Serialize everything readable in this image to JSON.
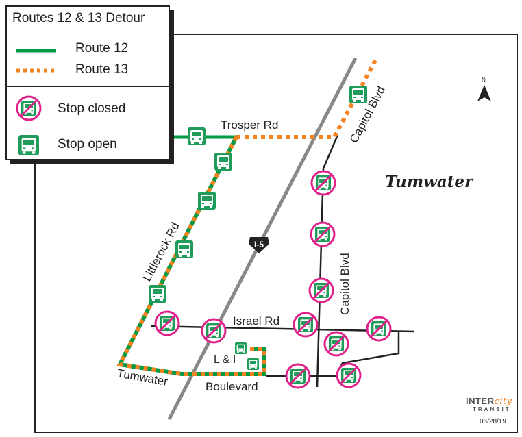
{
  "legend": {
    "title": "Routes 12 & 13 Detour",
    "route_12": "Route 12",
    "route_13": "Route 13",
    "stop_closed": "Stop closed",
    "stop_open": "Stop open"
  },
  "streets": {
    "trosper": "Trosper Rd",
    "capitol_north": "Capitol Blvd",
    "capitol_south": "Capitol Blvd",
    "littlerock": "Littlerock Rd",
    "israel": "Israel Rd",
    "tumwater": "Tumwater",
    "boulevard": "Boulevard",
    "l_and_i": "L & I"
  },
  "highway": "I-5",
  "city": "Tumwater",
  "north": "N",
  "agency": {
    "inter": "INTER",
    "city": "city",
    "transit": "TRANSIT"
  },
  "date": "06/28/19",
  "colors": {
    "route_12": "#009a44",
    "route_13": "#f58220",
    "closed_ring": "#e0218a",
    "stop_green": "#1f9b5a",
    "road": "#222222",
    "highway": "#888888"
  },
  "icons": {
    "open_stop": "bus-stop-icon",
    "closed_stop": "closed-stop-icon",
    "north_arrow": "north-arrow-icon"
  }
}
